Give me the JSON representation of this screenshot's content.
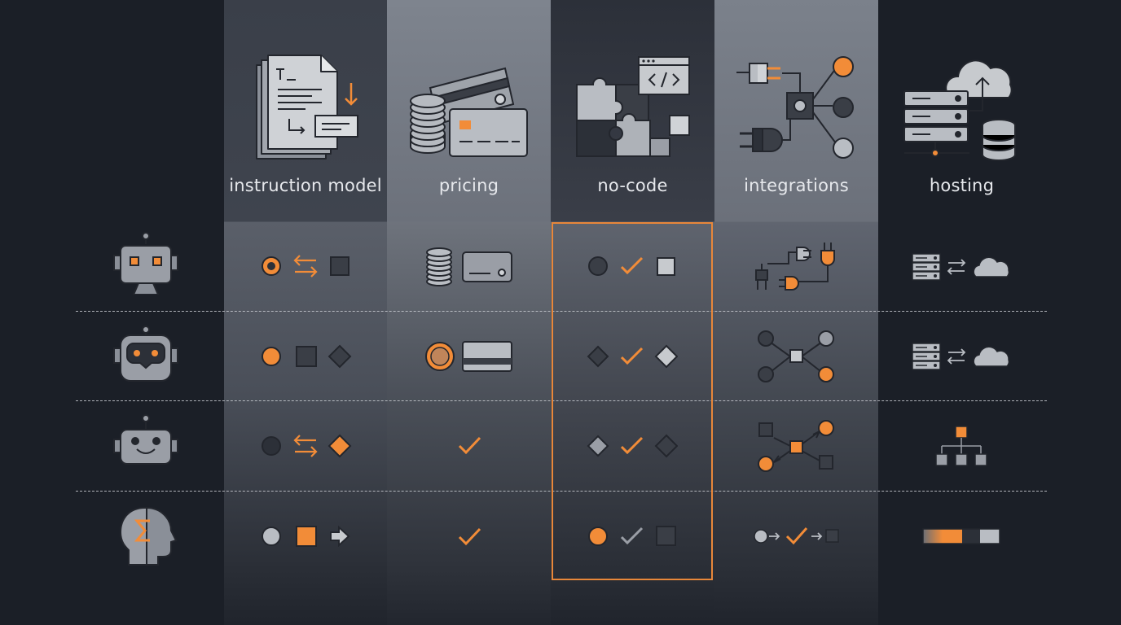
{
  "columns": [
    {
      "label": "instruction model",
      "icon": "documents-icon"
    },
    {
      "label": "pricing",
      "icon": "credit-card-icon"
    },
    {
      "label": "no-code",
      "icon": "puzzle-code-icon"
    },
    {
      "label": "integrations",
      "icon": "plugs-network-icon"
    },
    {
      "label": "hosting",
      "icon": "server-cloud-icon"
    }
  ],
  "rows": [
    {
      "icon": "robot-icon"
    },
    {
      "icon": "robot-goggles-icon"
    },
    {
      "icon": "robot-smile-icon"
    },
    {
      "icon": "sigma-head-icon"
    }
  ],
  "highlighted_column": "no-code",
  "colors": {
    "accent": "#f28c38",
    "background": "#1b1f27",
    "stroke": "#23262d",
    "grey": "#9a9ea6"
  }
}
